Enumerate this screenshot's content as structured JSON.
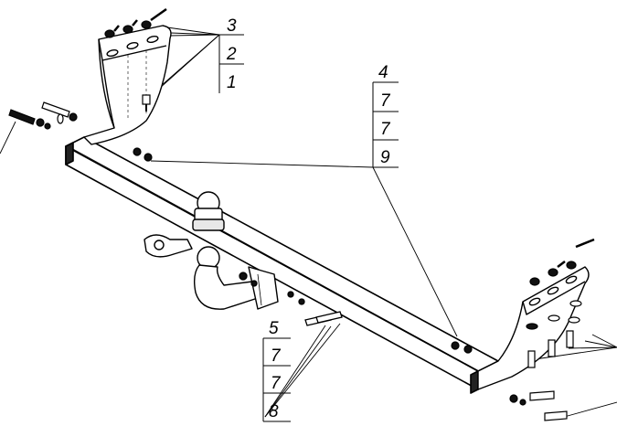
{
  "callouts": {
    "top_left": [
      "3",
      "2",
      "1"
    ],
    "middle_right": [
      "4",
      "7",
      "7",
      "9"
    ],
    "bottom_center": [
      "5",
      "7",
      "7",
      "8"
    ]
  }
}
